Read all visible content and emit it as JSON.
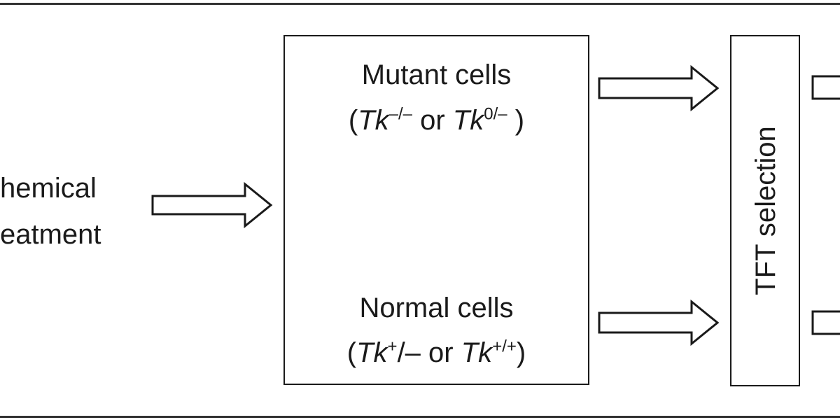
{
  "treatment": {
    "line1": "hemical",
    "line2": "eatment"
  },
  "cells_box": {
    "mutant": {
      "title": "Mutant cells",
      "open": "(",
      "tk1": "Tk",
      "sup1": "–/–",
      "or": "or",
      "tk2": "Tk",
      "sup2": "0/–",
      "close": ")"
    },
    "normal": {
      "title": "Normal cells",
      "open": "(",
      "tk1": "Tk",
      "sup1": "+",
      "slash": "/–",
      "or": "or",
      "tk2": "Tk",
      "sup2": "+/+",
      "close": ")"
    }
  },
  "selection_box": {
    "label": "TFT selection"
  }
}
